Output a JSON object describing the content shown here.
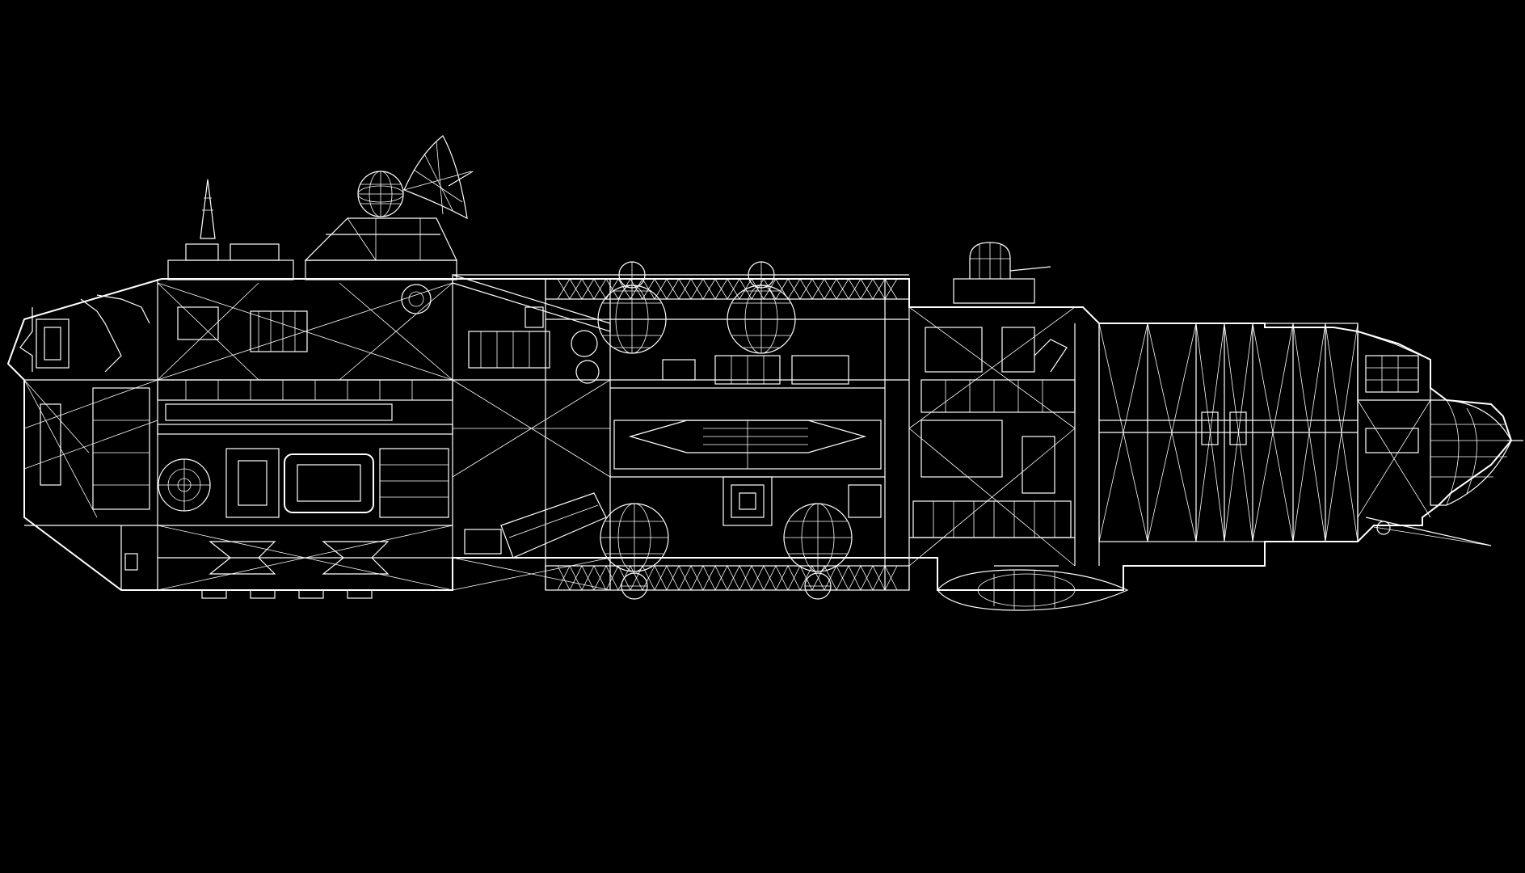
{
  "background": "#000000",
  "line_color": "#ffffff",
  "subject": "wireframe-starship-cutaway",
  "sections": [
    {
      "id": "bow-section"
    },
    {
      "id": "forward-cabin-section"
    },
    {
      "id": "diagonal-bay-section"
    },
    {
      "id": "sphere-tank-module"
    },
    {
      "id": "aft-cabin-section"
    },
    {
      "id": "cargo-truss-section"
    },
    {
      "id": "nose-cone-section"
    }
  ]
}
